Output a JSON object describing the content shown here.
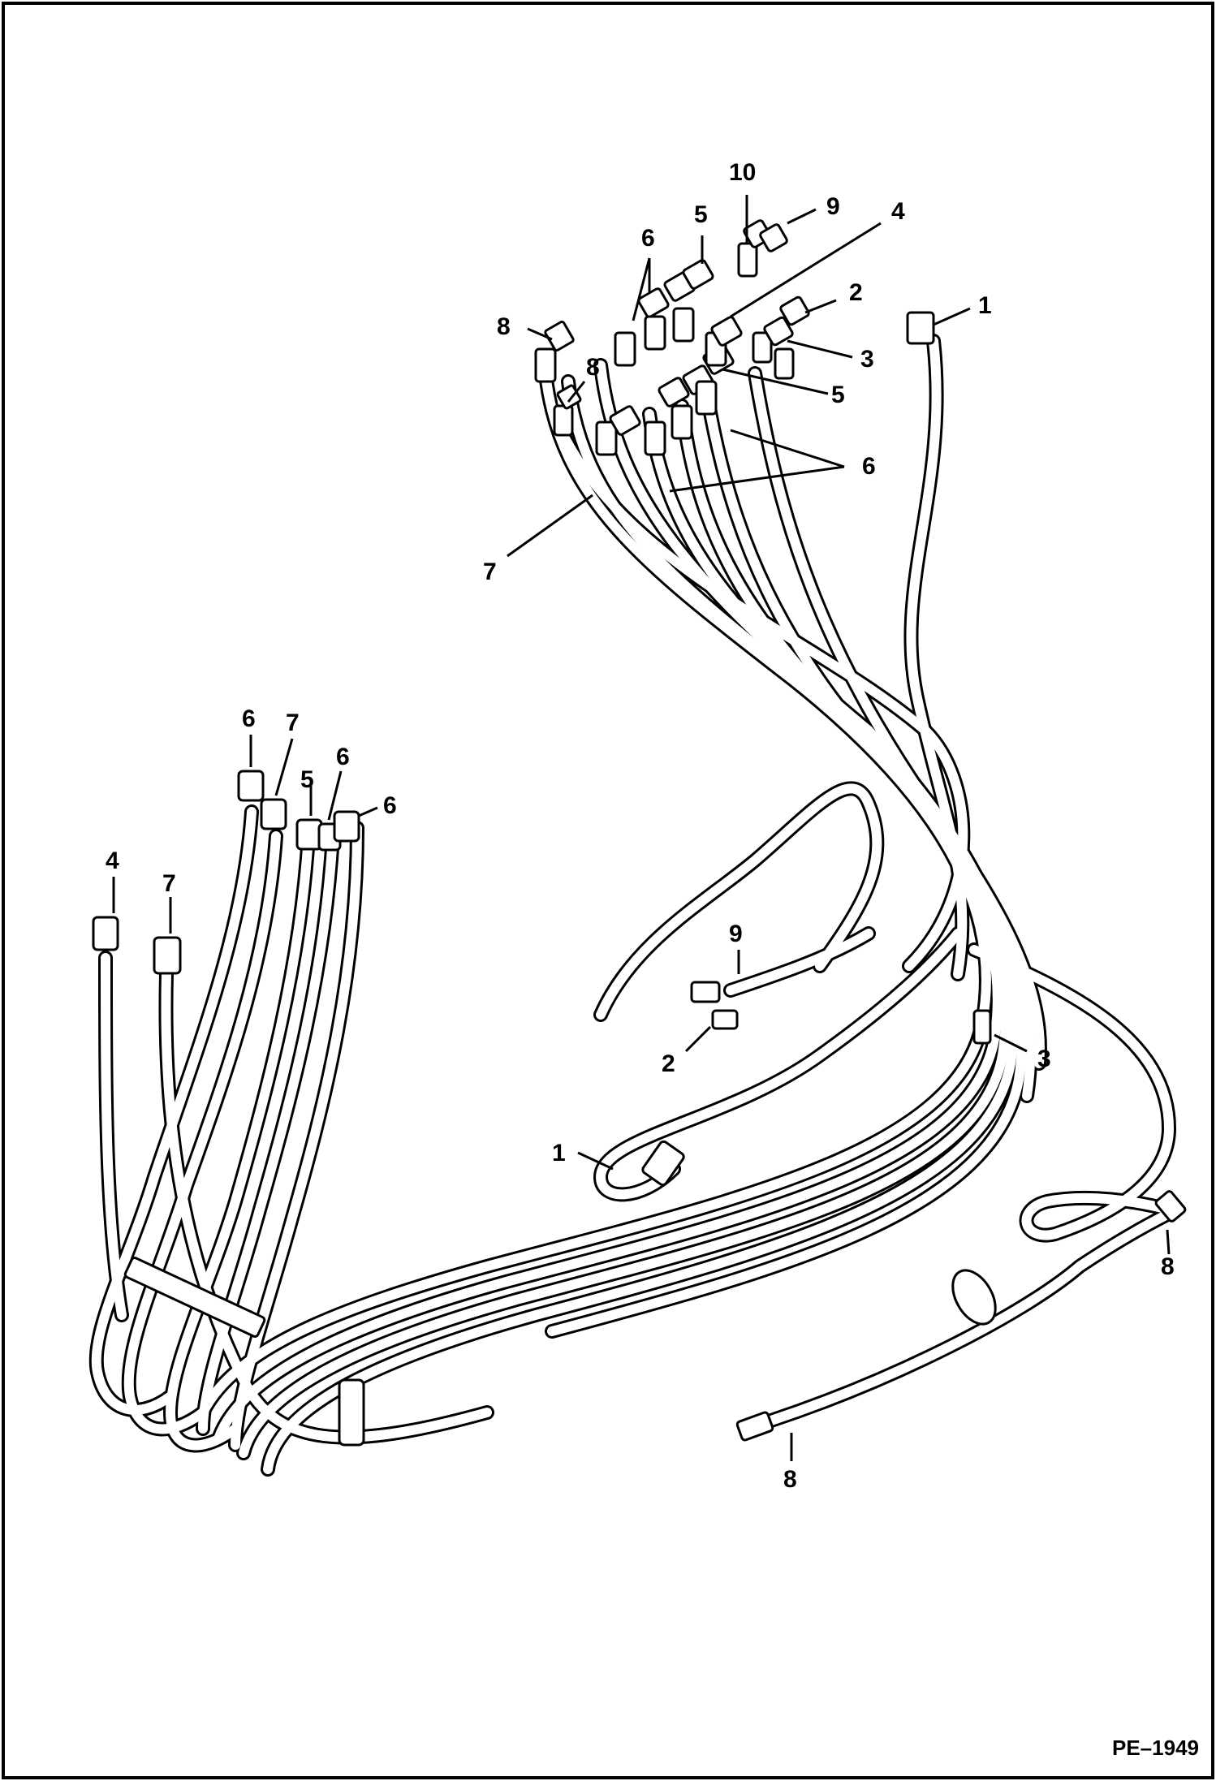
{
  "diagram": {
    "reference": "PE–1949",
    "callouts": [
      {
        "id": "c10",
        "label": "10"
      },
      {
        "id": "c9a",
        "label": "9"
      },
      {
        "id": "c5a",
        "label": "5"
      },
      {
        "id": "c4a",
        "label": "4"
      },
      {
        "id": "c6a",
        "label": "6"
      },
      {
        "id": "c2a",
        "label": "2"
      },
      {
        "id": "c1a",
        "label": "1"
      },
      {
        "id": "c8a",
        "label": "8"
      },
      {
        "id": "c8b",
        "label": "8"
      },
      {
        "id": "c3a",
        "label": "3"
      },
      {
        "id": "c5b",
        "label": "5"
      },
      {
        "id": "c6b",
        "label": "6"
      },
      {
        "id": "c7a",
        "label": "7"
      },
      {
        "id": "c6c",
        "label": "6"
      },
      {
        "id": "c7b",
        "label": "7"
      },
      {
        "id": "c6d",
        "label": "6"
      },
      {
        "id": "c5c",
        "label": "5"
      },
      {
        "id": "c6e",
        "label": "6"
      },
      {
        "id": "c4b",
        "label": "4"
      },
      {
        "id": "c7c",
        "label": "7"
      },
      {
        "id": "c9b",
        "label": "9"
      },
      {
        "id": "c2b",
        "label": "2"
      },
      {
        "id": "c3b",
        "label": "3"
      },
      {
        "id": "c1b",
        "label": "1"
      },
      {
        "id": "c8c",
        "label": "8"
      },
      {
        "id": "c8d",
        "label": "8"
      }
    ]
  }
}
